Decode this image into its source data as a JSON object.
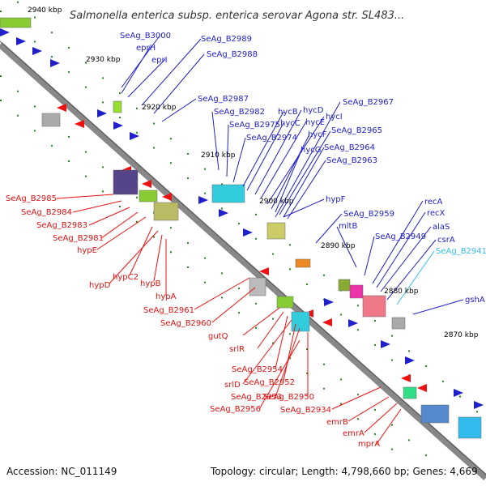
{
  "title": "Salmonella enterica subsp. enterica serovar Agona str. SL483...",
  "footer": {
    "accession": "Accession: NC_011149",
    "summary": "Topology: circular; Length: 4,798,660 bp; Genes: 4,669"
  },
  "ticks": [
    "2940 kbp",
    "2930 kbp",
    "2920 kbp",
    "2910 kbp",
    "2900 kbp",
    "2890 kbp",
    "2880 kbp",
    "2870 kbp"
  ],
  "colors": {
    "forward_gene": "#1f1fcc",
    "reverse_gene": "#ee1111",
    "highlight_label": "#33bbee",
    "backbone": "#888888",
    "tick_mark": "#228822"
  },
  "labels_upper": [
    "SeAg_B3000",
    "eprH",
    "eprI",
    "SeAg_B2989",
    "SeAg_B2988",
    "SeAg_B2987",
    "SeAg_B2982",
    "SeAg_B2975",
    "SeAg_B2974",
    "hycB",
    "hycC",
    "hycD",
    "hycE",
    "hycI",
    "hycF",
    "hycG",
    "SeAg_B2967",
    "SeAg_B2965",
    "SeAg_B2964",
    "SeAg_B2963",
    "hypF",
    "SeAg_B2959",
    "mltB",
    "SeAg_B2949",
    "recA",
    "recX",
    "alaS",
    "csrA",
    "SeAg_B2941",
    "gshA"
  ],
  "labels_lower": [
    "SeAg_B2985",
    "SeAg_B2984",
    "SeAg_B2983",
    "SeAg_B2981",
    "hypE",
    "hypC2",
    "hypD",
    "hypB",
    "hypA",
    "SeAg_B2961",
    "SeAg_B2960",
    "gutQ",
    "srlR",
    "SeAg_B2954",
    "srlD",
    "SeAg_B2952",
    "SeAg_B2953",
    "SeAg_B2950",
    "SeAg_B2956",
    "SeAg_B2934",
    "emrB",
    "emrA",
    "mprA"
  ]
}
